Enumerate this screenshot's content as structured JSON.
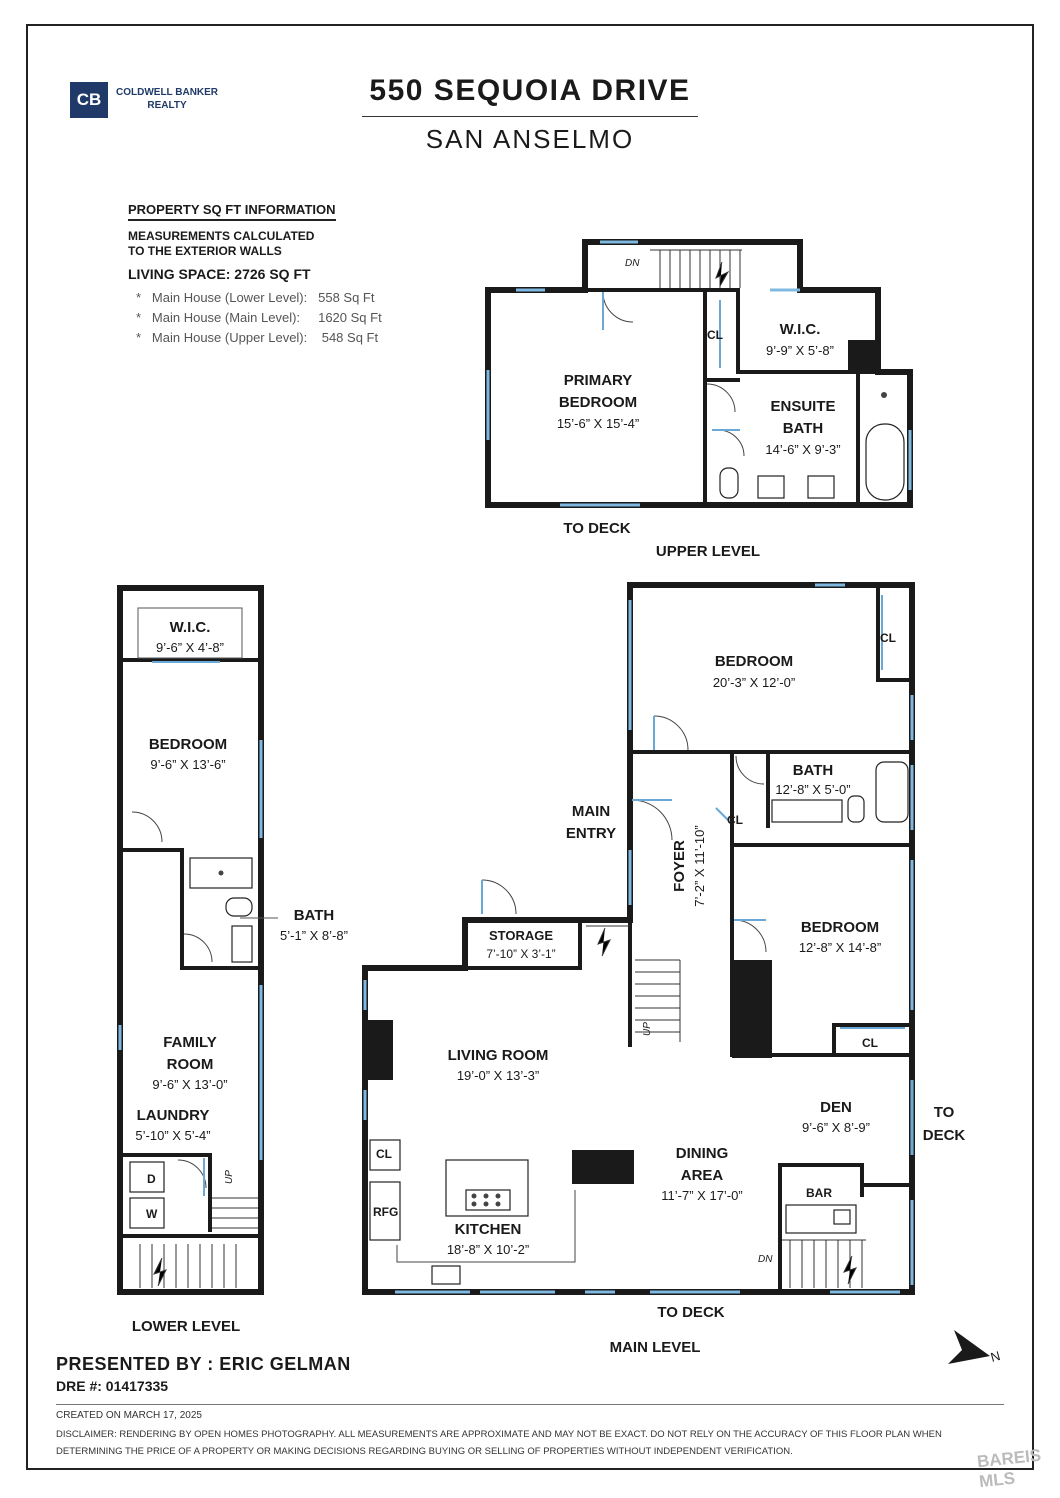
{
  "brand": {
    "logo_mark": "CB",
    "line1": "COLDWELL BANKER",
    "line2": "REALTY",
    "color": "#1f3a68"
  },
  "header": {
    "title": "550 SEQUOIA DRIVE",
    "subtitle": "SAN ANSELMO"
  },
  "info": {
    "heading": "PROPERTY SQ FT INFORMATION",
    "line1": "MEASUREMENTS CALCULATED",
    "line2": "TO THE EXTERIOR WALLS",
    "living": "LIVING SPACE: 2726 SQ FT",
    "items": [
      {
        "label": "Main House (Lower Level):",
        "value": "558 Sq Ft"
      },
      {
        "label": "Main House (Main Level):",
        "value": "1620 Sq Ft"
      },
      {
        "label": "Main House (Upper Level):",
        "value": "548 Sq Ft"
      }
    ]
  },
  "upper": {
    "level": "UPPER LEVEL",
    "primary_name1": "PRIMARY",
    "primary_name2": "BEDROOM",
    "primary_dim": "15’-6” X 15’-4”",
    "wic_name": "W.I.C.",
    "wic_dim": "9’-9” X 5’-8”",
    "ensuite_name1": "ENSUITE",
    "ensuite_name2": "BATH",
    "ensuite_dim": "14’-6” X 9’-3”",
    "cl": "CL",
    "dn": "DN",
    "to_deck": "TO DECK"
  },
  "lower": {
    "level": "LOWER LEVEL",
    "wic_name": "W.I.C.",
    "wic_dim": "9’-6” X 4’-8”",
    "bed_name": "BEDROOM",
    "bed_dim": "9’-6” X 13’-6”",
    "bath_name": "BATH",
    "bath_dim": "5’-1” X 8’-8”",
    "family_name1": "FAMILY",
    "family_name2": "ROOM",
    "family_dim": "9’-6” X 13’-0”",
    "laundry_name": "LAUNDRY",
    "laundry_dim": "5’-10” X 5’-4”",
    "dryer": "D",
    "washer": "W",
    "up": "UP"
  },
  "main": {
    "level": "MAIN LEVEL",
    "bed1_name": "BEDROOM",
    "bed1_dim": "20’-3” X 12’-0”",
    "bath_name": "BATH",
    "bath_dim": "12’-8” X 5’-0”",
    "bed2_name": "BEDROOM",
    "bed2_dim": "12’-8” X 14’-8”",
    "entry1": "MAIN",
    "entry2": "ENTRY",
    "foyer_name": "FOYER",
    "foyer_dim": "7’-2” X 11’-10”",
    "storage_name": "STORAGE",
    "storage_dim": "7’-10” X 3’-1”",
    "living_name": "LIVING ROOM",
    "living_dim": "19’-0” X 13’-3”",
    "dining_name1": "DINING",
    "dining_name2": "AREA",
    "dining_dim": "11’-7” X 17’-0”",
    "den_name": "DEN",
    "den_dim": "9’-6” X 8’-9”",
    "kitchen_name": "KITCHEN",
    "kitchen_dim": "18’-8” X 10’-2”",
    "bar": "BAR",
    "cl": "CL",
    "rfg": "RFG",
    "up": "UP",
    "dn": "DN",
    "to": "TO",
    "deck": "DECK",
    "to_deck": "TO DECK"
  },
  "compass": "N",
  "footer": {
    "presenter": "PRESENTED BY : ERIC GELMAN",
    "dre": "DRE #: 01417335",
    "created": "CREATED ON MARCH 17, 2025",
    "disclaimer": "DISCLAIMER: RENDERING BY OPEN HOMES PHOTOGRAPHY. ALL MEASUREMENTS ARE APPROXIMATE AND MAY NOT BE EXACT. DO NOT RELY ON THE ACCURACY OF THIS FLOOR PLAN WHEN DETERMINING THE PRICE OF A PROPERTY OR MAKING DECISIONS REGARDING BUYING OR SELLING OF PROPERTIES WITHOUT INDEPENDENT VERIFICATION.",
    "watermark": "BAREIS MLS"
  }
}
